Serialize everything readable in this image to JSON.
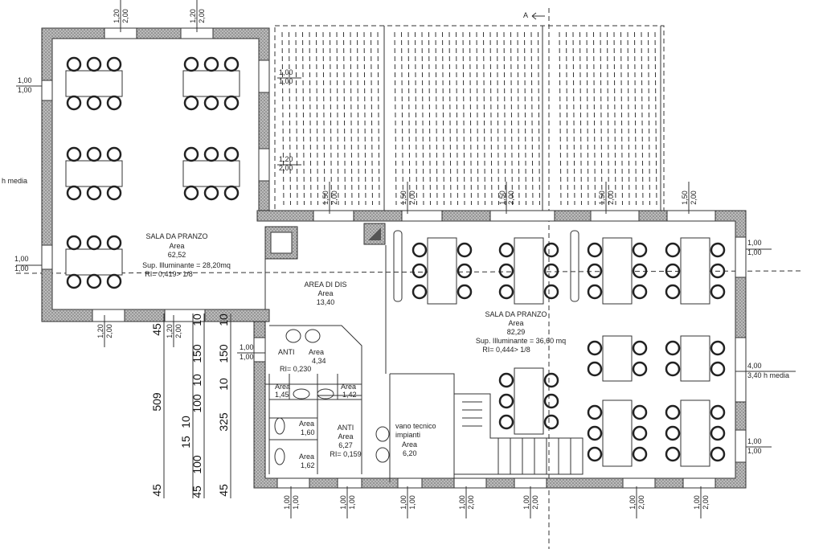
{
  "title": "Floor plan - restaurant",
  "section_marker": "A",
  "rooms": {
    "dining_left": {
      "name": "SALA DA PRANZO",
      "area_label": "Area",
      "area": "62,52",
      "illum": "Sup. Illuminante = 28,20mq",
      "ri": "RI= 0,419> 1/8"
    },
    "dining_right": {
      "name": "SALA DA PRANZO",
      "area_label": "Area",
      "area": "82,29",
      "illum": "Sup. Illuminante = 36,60 mq",
      "ri": "RI= 0,444> 1/8"
    },
    "dis": {
      "name": "AREA DI DIS",
      "area_label": "Area",
      "area": "13,40"
    },
    "anti1": {
      "name": "ANTI",
      "area_label": "Area",
      "area": "4,34",
      "ri": "RI= 0,230"
    },
    "anti2": {
      "name": "ANTI",
      "area_label": "Area",
      "area": "6,27",
      "ri": "RI= 0,159"
    },
    "wc1": {
      "area_label": "Area",
      "area": "1,45"
    },
    "wc2": {
      "area_label": "Area",
      "area": "1,42"
    },
    "wc3": {
      "area_label": "Area",
      "area": "1,60"
    },
    "wc4": {
      "area_label": "Area",
      "area": "1,62"
    },
    "tech": {
      "name1": "vano tecnico",
      "name2": "impianti",
      "area_label": "Area",
      "area": "6,20"
    }
  },
  "windows": {
    "top_left_1": [
      "1,20",
      "2,00"
    ],
    "top_left_2": [
      "1,20",
      "2,00"
    ],
    "left_1": [
      "1,00",
      "1,00"
    ],
    "left_media": "h media",
    "left_2": [
      "1,00",
      "1,00"
    ],
    "mid_1": [
      "1,00",
      "1,00"
    ],
    "mid_2": [
      "1,20",
      "2,00"
    ],
    "bottom_left": [
      "1,20",
      "2,00"
    ],
    "bath_side": [
      "1,00",
      "1,00"
    ],
    "top_right": [
      [
        "1,50",
        "2,00"
      ],
      [
        "1,50",
        "2,00"
      ],
      [
        "1,50",
        "2,00"
      ],
      [
        "1,50",
        "2,00"
      ],
      [
        "1,50",
        "2,00"
      ]
    ],
    "right_1": [
      "1,00",
      "1,00"
    ],
    "right_mid": [
      "4,00",
      "3,40 h media"
    ],
    "right_2": [
      "1,00",
      "1,00"
    ],
    "bottom": [
      [
        "1,00",
        "1,00"
      ],
      [
        "1,00",
        "1,00"
      ],
      [
        "1,00",
        "1,00"
      ],
      [
        "1,00",
        "2,00"
      ],
      [
        "1,00",
        "2,00"
      ],
      [
        "1,00",
        "2,00"
      ],
      [
        "1,00",
        "2,00"
      ]
    ]
  },
  "dims": {
    "col_a": [
      "45",
      "509",
      "45"
    ],
    "col_b": [
      "10",
      "15"
    ],
    "col_c": [
      "10",
      "150",
      "10",
      "100",
      "100",
      "45"
    ],
    "col_d": [
      "10",
      "150",
      "10",
      "325",
      "45"
    ]
  }
}
